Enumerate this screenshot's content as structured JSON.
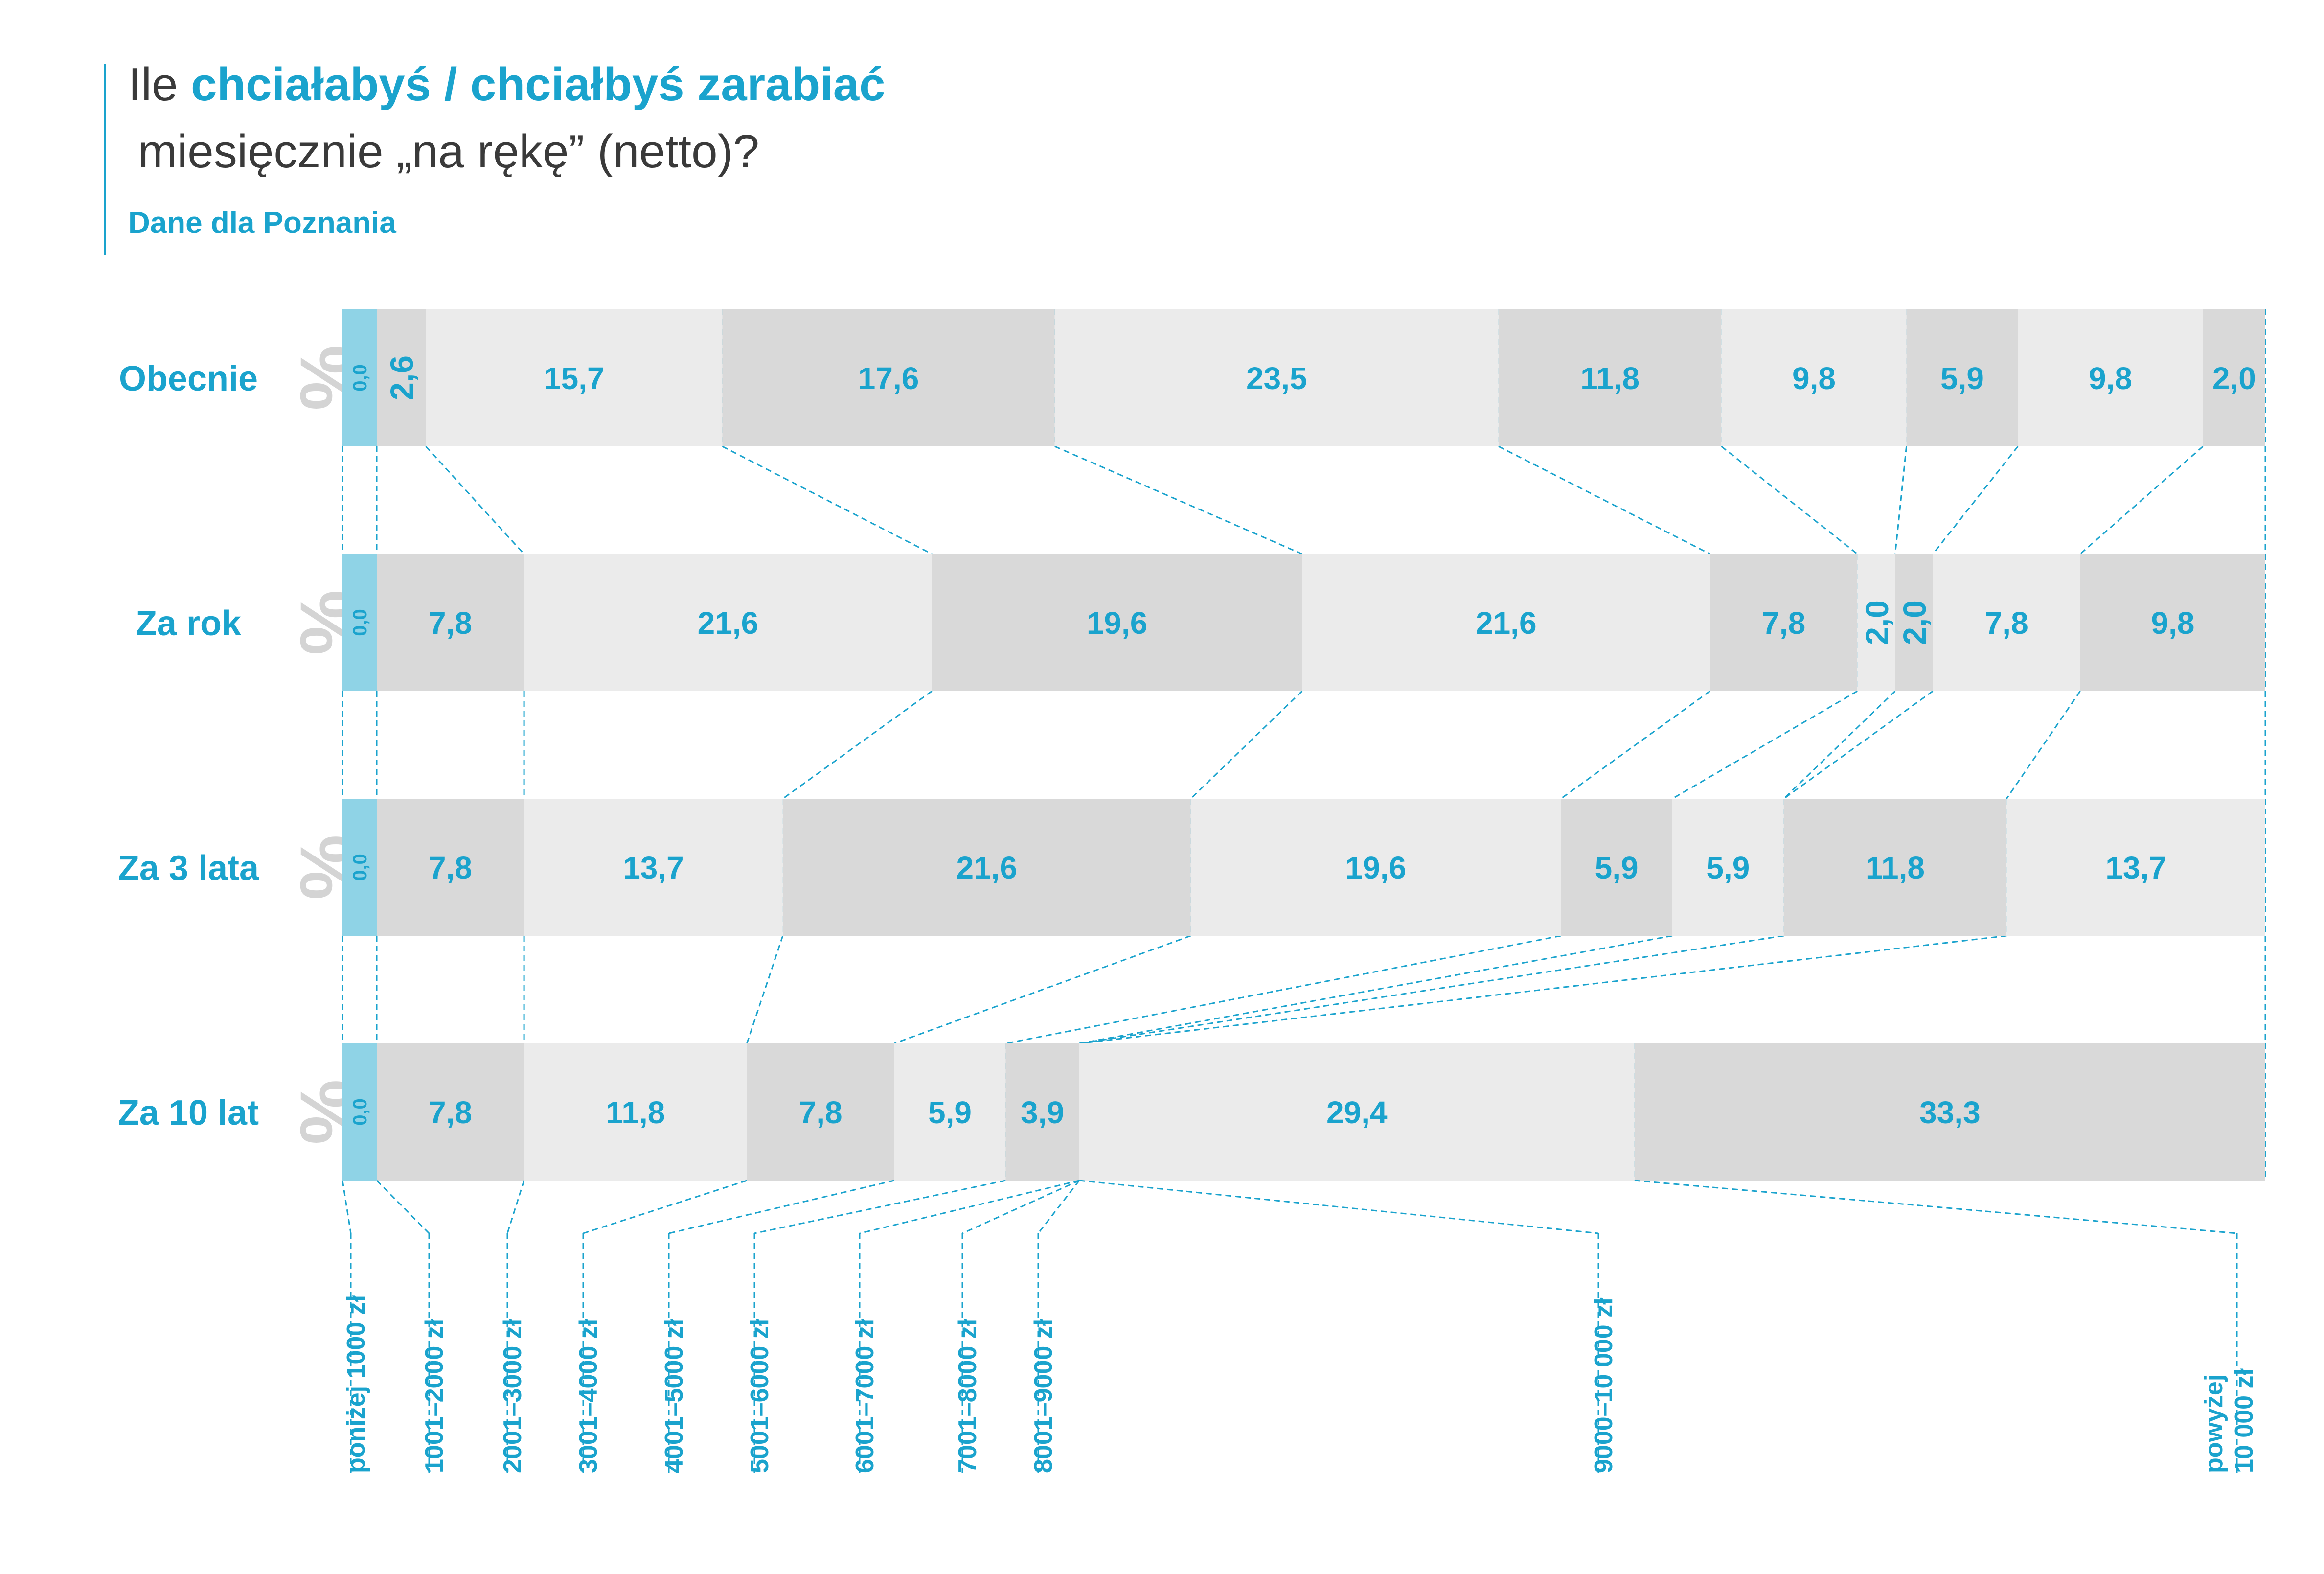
{
  "title": {
    "prefix": "Ile ",
    "emphasis": "chciałabyś / chciałbyś zarabiać",
    "line2": "miesięcznie „na rękę” (netto)?"
  },
  "subtitle": "Dane dla Poznania",
  "unit_mark": "%",
  "colors": {
    "accent": "#1aa3cd",
    "segment_light": "#ebebeb",
    "segment_dark": "#d9d9d9",
    "first_segment": "#8fd3e6",
    "title_text": "#3a3a3a",
    "percent_mark": "#d4d4d4"
  },
  "chart_data": {
    "type": "bar",
    "orientation": "horizontal-stacked-100",
    "categories": [
      "poniżej 1000 zł",
      "1001–2000 zł",
      "2001–3000 zł",
      "3001–4000 zł",
      "4001–5000 zł",
      "5001–6000 zł",
      "6001–7000 zł",
      "7001–8000 zł",
      "8001–9000 zł",
      "9000–10 000 zł",
      "powyżej 10 000 zł"
    ],
    "category_labels_shown": [
      {
        "lines": [
          "poniżej 1000 zł"
        ],
        "cat": 0
      },
      {
        "lines": [
          "1001–2000 zł"
        ],
        "cat": 1
      },
      {
        "lines": [
          "2001–3000 zł"
        ],
        "cat": 2
      },
      {
        "lines": [
          "3001–4000 zł"
        ],
        "cat": 3
      },
      {
        "lines": [
          "4001–5000 zł"
        ],
        "cat": 4
      },
      {
        "lines": [
          "5001–6000 zł"
        ],
        "cat": 5
      },
      {
        "lines": [
          "6001–7000 zł"
        ],
        "cat": 6
      },
      {
        "lines": [
          "7001–8000 zł"
        ],
        "cat": 7
      },
      {
        "lines": [
          "8001–9000 zł"
        ],
        "cat": 8
      },
      {
        "lines": [
          "9000–10 000 zł"
        ],
        "cat": 9
      },
      {
        "lines": [
          "powyżej",
          "10 000 zł"
        ],
        "cat": 10
      }
    ],
    "series": [
      {
        "name": "Obecnie",
        "values": [
          0.0,
          2.6,
          15.7,
          17.6,
          23.5,
          11.8,
          9.8,
          5.9,
          9.8,
          2.0
        ],
        "labels": [
          "0,0",
          "2,6",
          "15,7",
          "17,6",
          "23,5",
          "11,8",
          "9,8",
          "5,9",
          "9,8",
          "2,0"
        ]
      },
      {
        "name": "Za rok",
        "values": [
          0.0,
          7.8,
          21.6,
          19.6,
          21.6,
          7.8,
          2.0,
          2.0,
          7.8,
          9.8
        ],
        "labels": [
          "0,0",
          "7,8",
          "21,6",
          "19,6",
          "21,6",
          "7,8",
          "2,0",
          "2,0",
          "7,8",
          "9,8"
        ]
      },
      {
        "name": "Za 3 lata",
        "values": [
          0.0,
          7.8,
          13.7,
          21.6,
          19.6,
          5.9,
          5.9,
          11.8,
          13.7
        ],
        "labels": [
          "0,0",
          "7,8",
          "13,7",
          "21,6",
          "19,6",
          "5,9",
          "5,9",
          "11,8",
          "13,7"
        ]
      },
      {
        "name": "Za 10 lat",
        "values": [
          0.0,
          7.8,
          11.8,
          7.8,
          5.9,
          3.9,
          29.4,
          33.3
        ],
        "labels": [
          "0,0",
          "7,8",
          "11,8",
          "7,8",
          "5,9",
          "3,9",
          "29,4",
          "33,3"
        ]
      }
    ],
    "segment_categories": [
      [
        0,
        1,
        2,
        3,
        4,
        5,
        6,
        7,
        8,
        10
      ],
      [
        0,
        1,
        2,
        3,
        4,
        5,
        6,
        7,
        8,
        10
      ],
      [
        0,
        1,
        2,
        3,
        4,
        5,
        6,
        8,
        10
      ],
      [
        0,
        1,
        2,
        3,
        4,
        5,
        9,
        10
      ]
    ],
    "value_axis": {
      "min": 0,
      "max": 100,
      "unit": "%"
    },
    "grid": false,
    "legend": "none"
  }
}
